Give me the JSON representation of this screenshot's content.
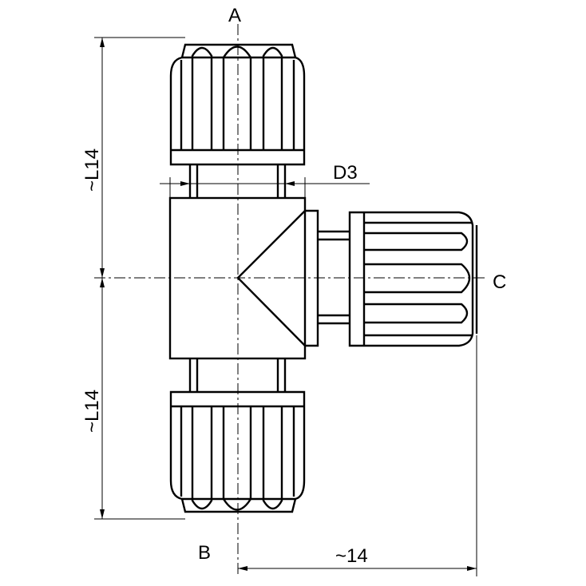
{
  "labels": {
    "port_a": "A",
    "port_b": "B",
    "port_c": "C"
  },
  "dimensions": {
    "top_length": "~L14",
    "bottom_length": "~L14",
    "side_length": "~14",
    "diameter": "D3"
  }
}
